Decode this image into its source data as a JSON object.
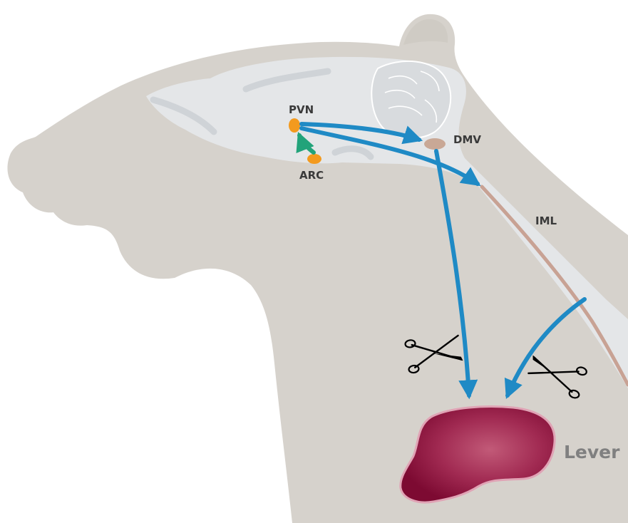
{
  "labels": {
    "pvn": "PVN",
    "arc": "ARC",
    "dmv": "DMV",
    "iml": "IML",
    "liver": "Lever"
  },
  "colors": {
    "background": "#ffffff",
    "body": "#d6d2cc",
    "brain": "#e4e6e8",
    "brain_detail": "#cfd3d7",
    "nucleus_orange": "#f39a1e",
    "dmv_fill": "#c9a896",
    "spinal_column": "#c8a294",
    "arrow_blue": "#1f8ac5",
    "arrow_green": "#22a37a",
    "liver_center": "#c25a78",
    "liver_edge": "#7d0a32",
    "liver_outline": "#e0a3b5"
  },
  "icons": [
    "scissors-icon",
    "scissors-icon"
  ]
}
